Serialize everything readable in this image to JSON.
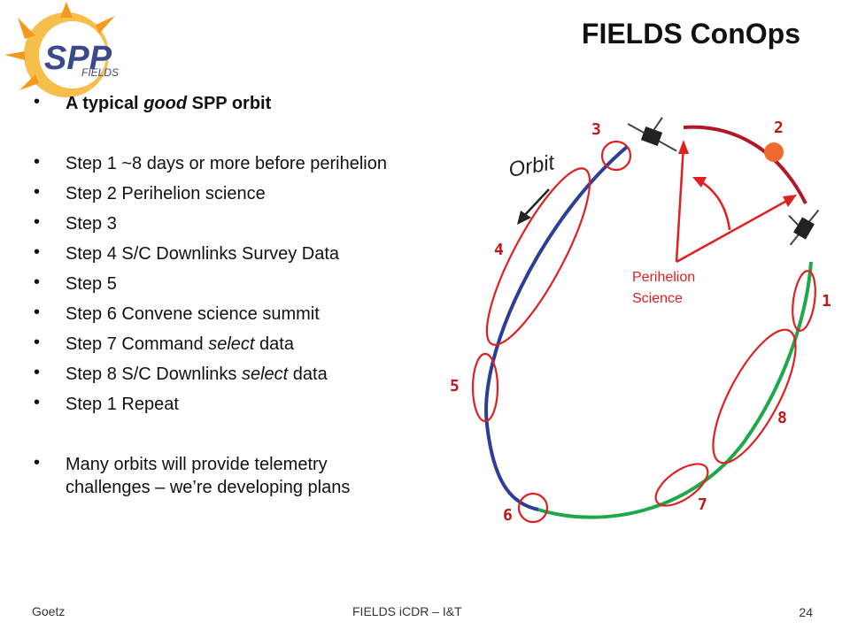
{
  "slide": {
    "title": "FIELDS ConOps",
    "logo_text": "SPP",
    "logo_subtext": "FIELDS",
    "bullets": [
      {
        "parts": [
          {
            "t": "A typical ",
            "b": true
          },
          {
            "t": "good",
            "b": true,
            "i": true
          },
          {
            "t": " SPP orbit",
            "b": true
          }
        ]
      },
      {
        "parts": [
          {
            "t": "Step 1 ~8 days or more before perihelion"
          }
        ]
      },
      {
        "parts": [
          {
            "t": "Step 2 Perihelion science"
          }
        ]
      },
      {
        "parts": [
          {
            "t": "Step 3"
          }
        ]
      },
      {
        "parts": [
          {
            "t": "Step 4 S/C Downlinks Survey Data"
          }
        ]
      },
      {
        "parts": [
          {
            "t": "Step 5"
          }
        ]
      },
      {
        "parts": [
          {
            "t": "Step 6 Convene science summit"
          }
        ]
      },
      {
        "parts": [
          {
            "t": "Step 7 Command "
          },
          {
            "t": "select",
            "i": true
          },
          {
            "t": " data"
          }
        ]
      },
      {
        "parts": [
          {
            "t": "Step 8 S/C Downlinks "
          },
          {
            "t": "select",
            "i": true
          },
          {
            "t": " data"
          }
        ]
      },
      {
        "parts": [
          {
            "t": "Step 1 Repeat"
          }
        ]
      },
      {
        "parts": [
          {
            "t": "Many orbits will provide telemetry"
          },
          {
            "t": "challenges – we’re developing plans",
            "nl": true
          }
        ]
      }
    ],
    "footer_left": "Goetz",
    "footer_center": "FIELDS iCDR – I&T",
    "page_number": "24"
  },
  "diagram": {
    "orbit_label": "Orbit",
    "perihelion_label_line1": "Perihelion",
    "perihelion_label_line2": "Science",
    "step_numbers": [
      "1",
      "2",
      "3",
      "4",
      "5",
      "6",
      "7",
      "8"
    ],
    "colors": {
      "red": "#e02020",
      "blue": "#2c3e9a",
      "green": "#1fa84a",
      "darkred": "#b0182a",
      "sun": "#f06a30",
      "step_number": "#c01818"
    },
    "icons": [
      "spacecraft-icon",
      "sun-icon",
      "orbit-direction-arrow-icon"
    ]
  }
}
